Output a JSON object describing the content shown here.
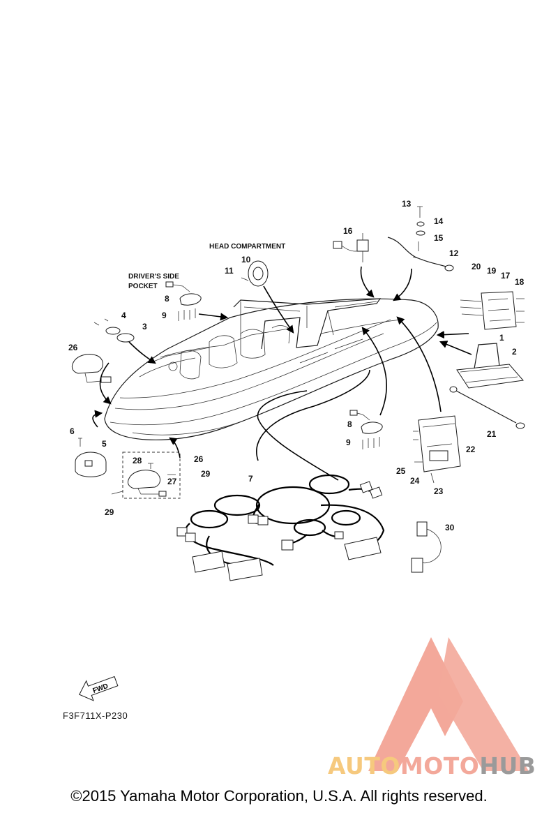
{
  "area_labels": {
    "head_compartment": "HEAD COMPARTMENT",
    "drivers_side_line1": "DRIVER'S SIDE",
    "drivers_side_line2": "POCKET"
  },
  "callouts": [
    "1",
    "2",
    "3",
    "4",
    "5",
    "6",
    "7",
    "8",
    "9",
    "10",
    "11",
    "12",
    "13",
    "14",
    "15",
    "16",
    "17",
    "18",
    "19",
    "20",
    "21",
    "22",
    "23",
    "24",
    "25",
    "26",
    "27",
    "28",
    "29"
  ],
  "callout_extra": {
    "8b": "8",
    "9b": "9",
    "26b": "26",
    "29b": "29",
    "30": "30"
  },
  "fwd_label": "FWD",
  "reference_code": "F3F711X-P230",
  "logo": {
    "word1": "AUTO",
    "word2": "MOTO",
    "word3": "HUB",
    "colors": {
      "triangle": "#f3a89a",
      "auto": "#f6c97e",
      "moto": "#f3a89a",
      "hub": "#9a9a9a"
    }
  },
  "copyright": "©2015 Yamaha Motor Corporation, U.S.A. All rights reserved."
}
